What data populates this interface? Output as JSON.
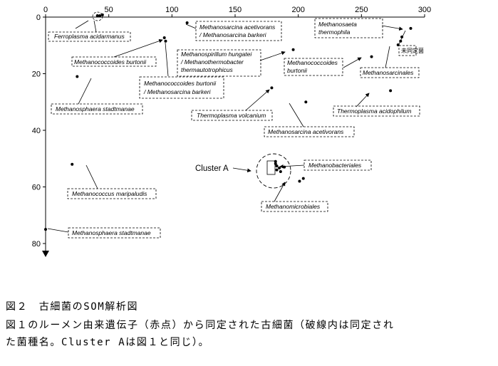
{
  "chart_data": {
    "type": "scatter",
    "title": "",
    "xlabel": "",
    "ylabel": "",
    "xlim": [
      0,
      300
    ],
    "ylim": [
      0,
      80
    ],
    "y_inverted": true,
    "x_ticks": [
      "0",
      "50",
      "100",
      "150",
      "200",
      "250",
      "300"
    ],
    "y_ticks": [
      "0",
      "20",
      "40",
      "60",
      "80"
    ],
    "points": [
      {
        "x": 41,
        "y": -0.5
      },
      {
        "x": 43,
        "y": -0.5
      },
      {
        "x": 45,
        "y": -0.8
      },
      {
        "x": 94,
        "y": 7.3
      },
      {
        "x": 95,
        "y": 8.5
      },
      {
        "x": 112,
        "y": 2
      },
      {
        "x": 196,
        "y": 11.5
      },
      {
        "x": 258,
        "y": 14
      },
      {
        "x": 289,
        "y": 4
      },
      {
        "x": 282,
        "y": 7
      },
      {
        "x": 281,
        "y": 8.5
      },
      {
        "x": 279,
        "y": 9.8
      },
      {
        "x": 25,
        "y": 21
      },
      {
        "x": 179,
        "y": 25
      },
      {
        "x": 273,
        "y": 26
      },
      {
        "x": 206,
        "y": 30
      },
      {
        "x": 21,
        "y": 52
      },
      {
        "x": 182,
        "y": 51
      },
      {
        "x": 182,
        "y": 51.8
      },
      {
        "x": 183,
        "y": 52.6
      },
      {
        "x": 185,
        "y": 53.3
      },
      {
        "x": 183,
        "y": 54
      },
      {
        "x": 186,
        "y": 54.6
      },
      {
        "x": 189,
        "y": 53
      },
      {
        "x": 204,
        "y": 57
      },
      {
        "x": 201,
        "y": 58
      },
      {
        "x": 0,
        "y": 75
      }
    ]
  },
  "labels": {
    "ferroplasma": "Ferroplasma acidarmanus",
    "mburtonii_1": "Methanococcoides burtonii",
    "mburtonii_barkeri": [
      "Methanococcoides burtonii",
      "/ Methanosarcina barkeri"
    ],
    "macetivorans_barkeri": [
      "Methanosarcina acetivorans",
      "/ Methanosarcina barkeri"
    ],
    "mhungatei": [
      "Methanospirillum hungatei",
      "/ Methanothermobacter",
      "thermautotrophicus"
    ],
    "mburtonii_2": [
      "Methanococcoides",
      "burtonii"
    ],
    "msaeta": [
      "Methanosaeta",
      "thermophila"
    ],
    "unidentified": "未同定菌",
    "msarcinales": "Methanosarcinales",
    "mstadtmanae_1": "Methanosphaera stadtmanae",
    "tvolcanium": "Thermoplasma volcanium",
    "tacidophilum": "Thermoplasma acidophilum",
    "macetivorans": "Methanosarcina acetivorans",
    "cluster_a": "Cluster A",
    "mbacteriales": "Methanobacteriales",
    "mmaripaludis": "Methanococcus maripaludis",
    "mmicrobiales": "Methanomicrobiales",
    "mstadtmanae_2": "Methanosphaera stadtmanae"
  },
  "caption": {
    "title": "図２　古細菌のSOM解析図",
    "line1": "図１のルーメン由来遺伝子（赤点）から同定された古細菌（破線内は同定され",
    "line2": "た菌種名。Cluster Aは図１と同じ）。"
  },
  "colors": {
    "ink": "#000000",
    "background": "#ffffff"
  }
}
